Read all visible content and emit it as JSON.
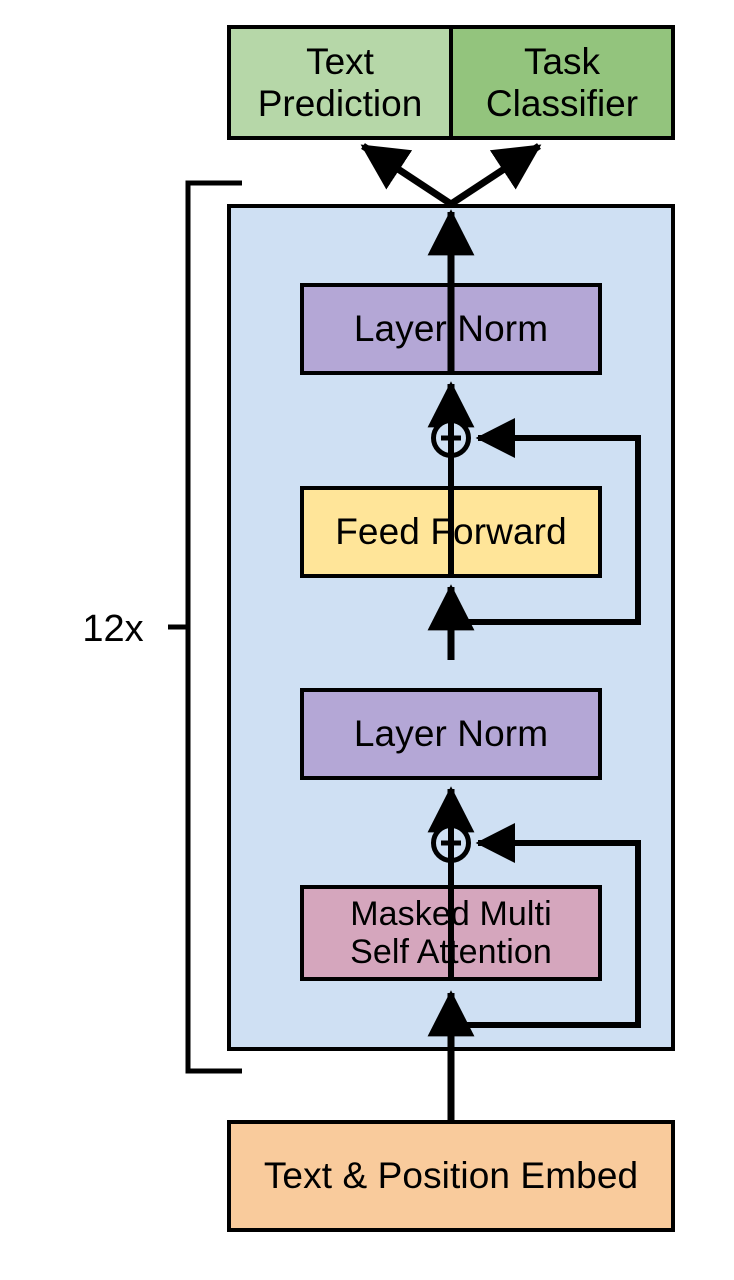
{
  "figure": {
    "title": "Transformer decoder block architecture",
    "background_color": "#ffffff",
    "stroke_color": "#000000"
  },
  "heads": {
    "text_prediction": {
      "label": "Text\nPrediction",
      "color": "#b6d7a8"
    },
    "task_classifier": {
      "label": "Task\nClassifier",
      "color": "#93c47d"
    }
  },
  "block": {
    "color": "#cfe0f3",
    "repeat_label": "12x",
    "nodes": {
      "layer_norm_top": {
        "label": "Layer Norm",
        "color": "#b4a7d6"
      },
      "feed_forward": {
        "label": "Feed Forward",
        "color": "#ffe599"
      },
      "layer_norm_bottom": {
        "label": "Layer Norm",
        "color": "#b4a7d6"
      },
      "masked_attention": {
        "label": "Masked Multi\nSelf Attention",
        "color": "#d5a6bd"
      }
    },
    "residual_add_symbol": "+"
  },
  "input": {
    "text_position_embed": {
      "label": "Text & Position Embed",
      "color": "#f9cb9c"
    }
  },
  "chart_data": {
    "type": "diagram",
    "title": "Transformer decoder block architecture",
    "flow_bottom_to_top": [
      "Text & Position Embed",
      "Masked Multi Self Attention",
      "Add (residual)",
      "Layer Norm",
      "Feed Forward",
      "Add (residual)",
      "Layer Norm",
      "Text Prediction / Task Classifier"
    ],
    "block_repeat_count": 12,
    "residual_connections": 2,
    "output_heads": [
      "Text Prediction",
      "Task Classifier"
    ]
  }
}
